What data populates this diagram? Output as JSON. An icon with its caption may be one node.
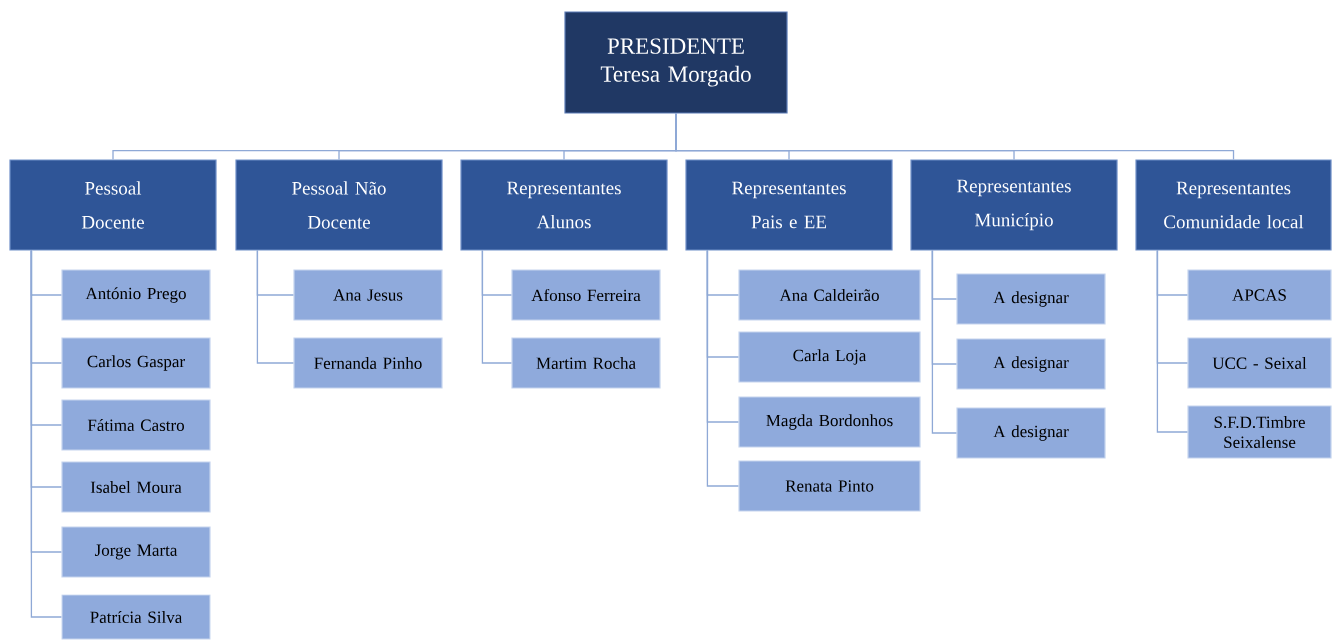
{
  "diagram": {
    "nodes": [
      {
        "text": [
          "PRESIDENTE",
          "Teresa Morgado"
        ]
      },
      {
        "text": [
          "Pessoal Docente"
        ]
      },
      {
        "text": [
          "Pessoal Não Docente"
        ]
      },
      {
        "text": [
          "Representantes Alunos"
        ]
      },
      {
        "text": [
          "Representantes Pais e EE"
        ]
      },
      {
        "text": [
          "Representantes Município"
        ]
      },
      {
        "text": [
          "Representantes Comunidade local"
        ]
      },
      {
        "text": [
          "António Prego"
        ]
      },
      {
        "text": [
          "Carlos Gaspar"
        ]
      },
      {
        "text": [
          "Fátima Castro"
        ]
      },
      {
        "text": [
          "Isabel Moura"
        ]
      },
      {
        "text": [
          "Jorge Marta"
        ]
      },
      {
        "text": [
          "Patrícia Silva"
        ]
      },
      {
        "text": [
          "Ana Jesus"
        ]
      },
      {
        "text": [
          "Fernanda Pinho"
        ]
      },
      {
        "text": [
          "Afonso Ferreira"
        ]
      },
      {
        "text": [
          "Martim Rocha"
        ]
      },
      {
        "text": [
          "Ana Caldeirão"
        ]
      },
      {
        "text": [
          "Carla Loja"
        ]
      },
      {
        "text": [
          "Magda Bordonhos"
        ]
      },
      {
        "text": [
          "Renata Pinto"
        ]
      },
      {
        "text": [
          "A designar"
        ]
      },
      {
        "text": [
          "A designar"
        ]
      },
      {
        "text": [
          "A designar"
        ]
      },
      {
        "text": [
          "APCAS"
        ]
      },
      {
        "text": [
          "UCC - Seixal"
        ]
      },
      {
        "text": [
          "S.F.D.Timbre Seixalense"
        ]
      }
    ],
    "edges": [
      {
        "from": 0,
        "to": 1,
        "arrow": "none"
      },
      {
        "from": 0,
        "to": 2,
        "arrow": "none"
      },
      {
        "from": 0,
        "to": 3,
        "arrow": "none"
      },
      {
        "from": 0,
        "to": 4,
        "arrow": "none"
      },
      {
        "from": 0,
        "to": 5,
        "arrow": "none"
      },
      {
        "from": 0,
        "to": 6,
        "arrow": "none"
      },
      {
        "from": 1,
        "to": 7,
        "arrow": "none"
      },
      {
        "from": 1,
        "to": 8,
        "arrow": "none"
      },
      {
        "from": 1,
        "to": 9,
        "arrow": "none"
      },
      {
        "from": 1,
        "to": 10,
        "arrow": "none"
      },
      {
        "from": 1,
        "to": 11,
        "arrow": "none"
      },
      {
        "from": 1,
        "to": 12,
        "arrow": "none"
      },
      {
        "from": 2,
        "to": 13,
        "arrow": "none"
      },
      {
        "from": 2,
        "to": 14,
        "arrow": "none"
      },
      {
        "from": 3,
        "to": 15,
        "arrow": "none"
      },
      {
        "from": 3,
        "to": 16,
        "arrow": "none"
      },
      {
        "from": 4,
        "to": 17,
        "arrow": "none"
      },
      {
        "from": 4,
        "to": 18,
        "arrow": "none"
      },
      {
        "from": 4,
        "to": 19,
        "arrow": "none"
      },
      {
        "from": 4,
        "to": 20,
        "arrow": "none"
      },
      {
        "from": 5,
        "to": 21,
        "arrow": "none"
      },
      {
        "from": 5,
        "to": 22,
        "arrow": "none"
      },
      {
        "from": 5,
        "to": 23,
        "arrow": "none"
      },
      {
        "from": 6,
        "to": 24,
        "arrow": "none"
      },
      {
        "from": 6,
        "to": 25,
        "arrow": "none"
      },
      {
        "from": 6,
        "to": 26,
        "arrow": "none"
      }
    ]
  }
}
